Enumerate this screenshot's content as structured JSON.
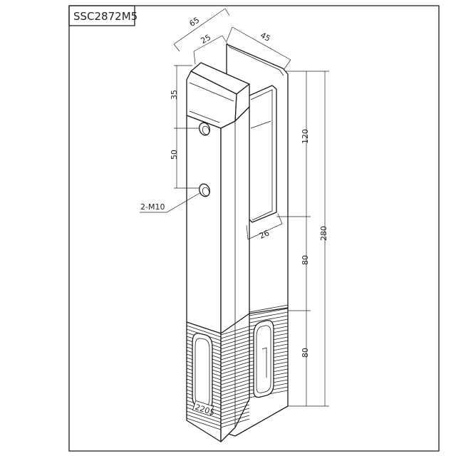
{
  "title": "SSC2872M5",
  "marking": "2205",
  "dimensions": {
    "d65": "65",
    "d25": "25",
    "d45": "45",
    "d35": "35",
    "d50": "50",
    "d120": "120",
    "d280": "280",
    "d26": "26",
    "d80_upper": "80",
    "d80_lower": "80"
  },
  "callout": "2-M10"
}
